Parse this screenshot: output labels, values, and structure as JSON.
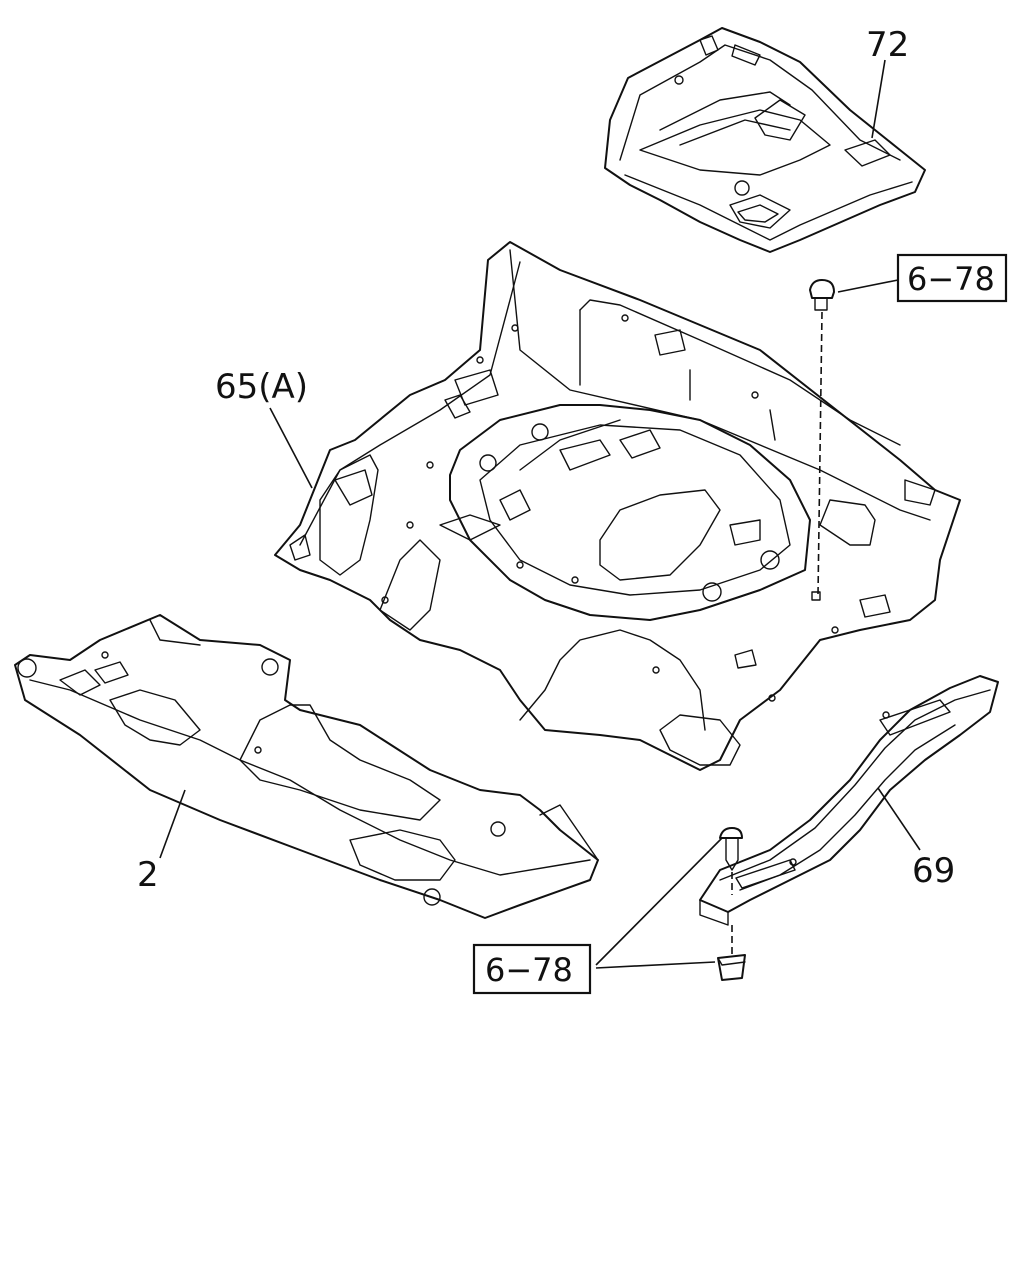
{
  "diagram": {
    "callouts": {
      "part_72": "72",
      "part_65a": "65(A)",
      "part_2": "2",
      "part_69": "69"
    },
    "ref_boxes": {
      "ref_top": "6−78",
      "ref_bottom": "6−78"
    }
  }
}
